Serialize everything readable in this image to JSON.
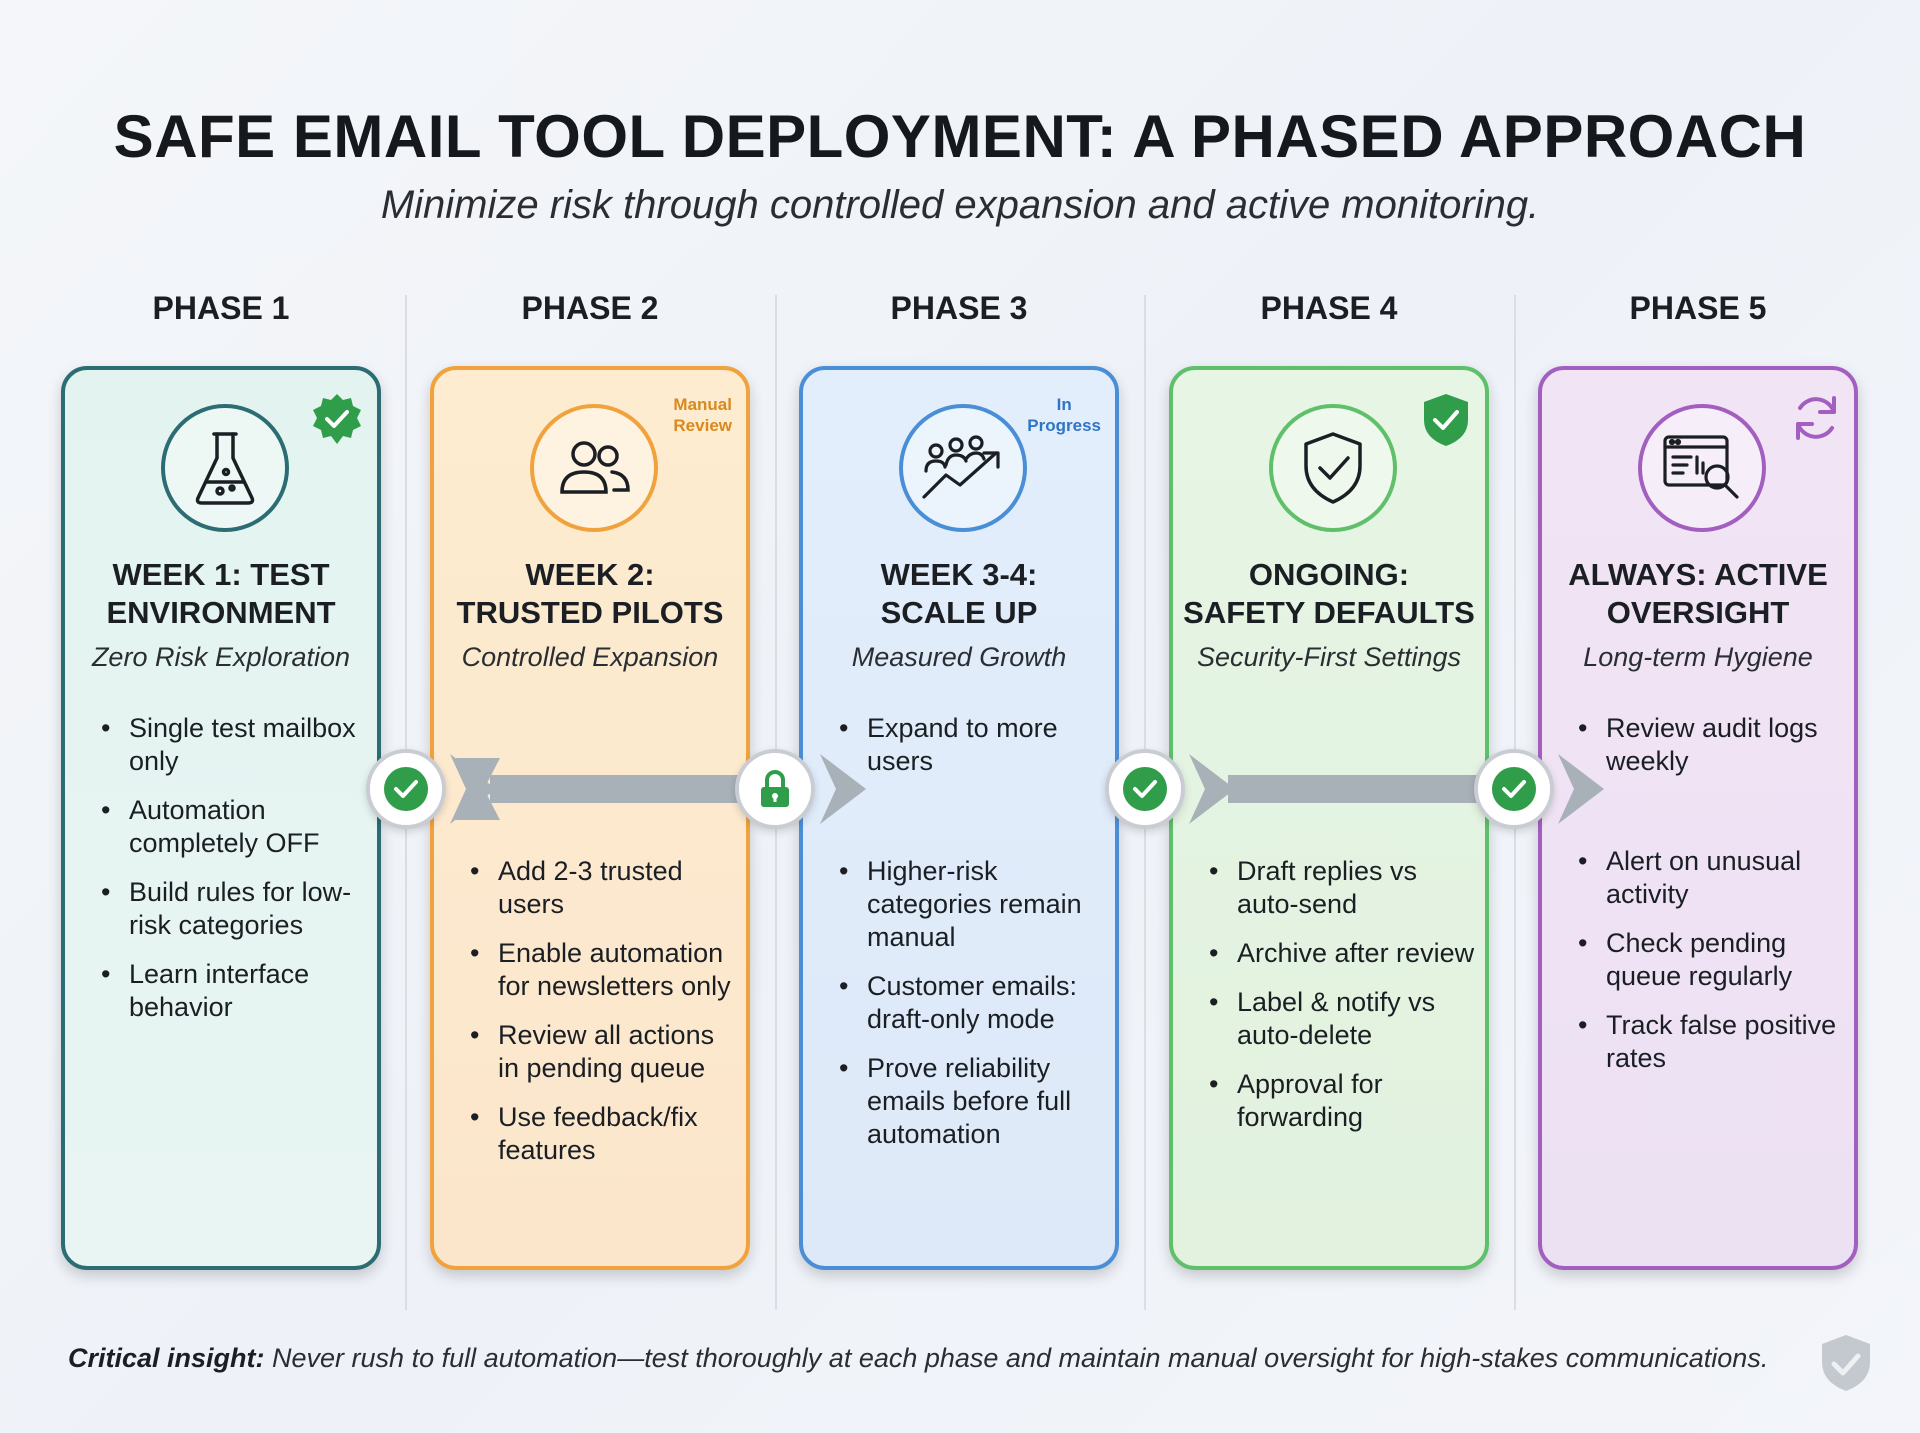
{
  "title": "SAFE EMAIL TOOL DEPLOYMENT: A PHASED APPROACH",
  "subtitle": "Minimize risk through controlled expansion and active monitoring.",
  "phases": [
    {
      "label": "PHASE 1",
      "title_line1": "WEEK 1: TEST",
      "title_line2": "ENVIRONMENT",
      "subtitle": "Zero Risk Exploration",
      "icon": "flask-icon",
      "status_icon": "check-badge-icon",
      "color": "#2c6c73",
      "items": [
        "Single test mailbox only",
        "Automation completely OFF",
        "Build rules for low-risk categories",
        "Learn interface behavior"
      ]
    },
    {
      "label": "PHASE 2",
      "title_line1": "WEEK 2:",
      "title_line2": "TRUSTED PILOTS",
      "subtitle": "Controlled Expansion",
      "icon": "users-icon",
      "badge_line1": "Manual",
      "badge_line2": "Review",
      "color": "#f0a23c",
      "items": [
        "Add 2-3 trusted users",
        "Enable automation for newsletters only",
        "Review all actions in pending queue",
        "Use feedback/fix features"
      ]
    },
    {
      "label": "PHASE 3",
      "title_line1": "WEEK 3-4:",
      "title_line2": "SCALE UP",
      "subtitle": "Measured Growth",
      "icon": "growth-chart-icon",
      "badge_line1": "In",
      "badge_line2": "Progress",
      "color": "#4a8fd6",
      "items_top": [
        "Expand to more users"
      ],
      "items": [
        "Higher-risk categories remain manual",
        "Customer emails: draft-only mode",
        "Prove reliability emails before full automation"
      ]
    },
    {
      "label": "PHASE 4",
      "title_line1": "ONGOING:",
      "title_line2": "SAFETY DEFAULTS",
      "subtitle": "Security-First Settings",
      "icon": "shield-check-icon",
      "status_icon": "shield-badge-icon",
      "color": "#5fbf6a",
      "items": [
        "Draft replies vs auto-send",
        "Archive after review",
        "Label & notify vs auto-delete",
        "Approval for forwarding"
      ]
    },
    {
      "label": "PHASE 5",
      "title_line1": "ALWAYS: ACTIVE",
      "title_line2": "OVERSIGHT",
      "subtitle": "Long-term Hygiene",
      "icon": "audit-monitor-icon",
      "status_icon": "refresh-icon",
      "color": "#a35fc0",
      "items_top": [
        "Review audit logs weekly"
      ],
      "items": [
        "Alert on unusual activity",
        "Check pending queue regularly",
        "Track false positive rates"
      ]
    }
  ],
  "connectors": [
    {
      "icon": "check-icon"
    },
    {
      "icon": "lock-icon"
    },
    {
      "icon": "check-icon"
    },
    {
      "icon": "check-icon"
    }
  ],
  "footer": {
    "label": "Critical insight:",
    "text": " Never rush to full automation—test thoroughly at each phase and maintain manual oversight for high-stakes communications."
  }
}
